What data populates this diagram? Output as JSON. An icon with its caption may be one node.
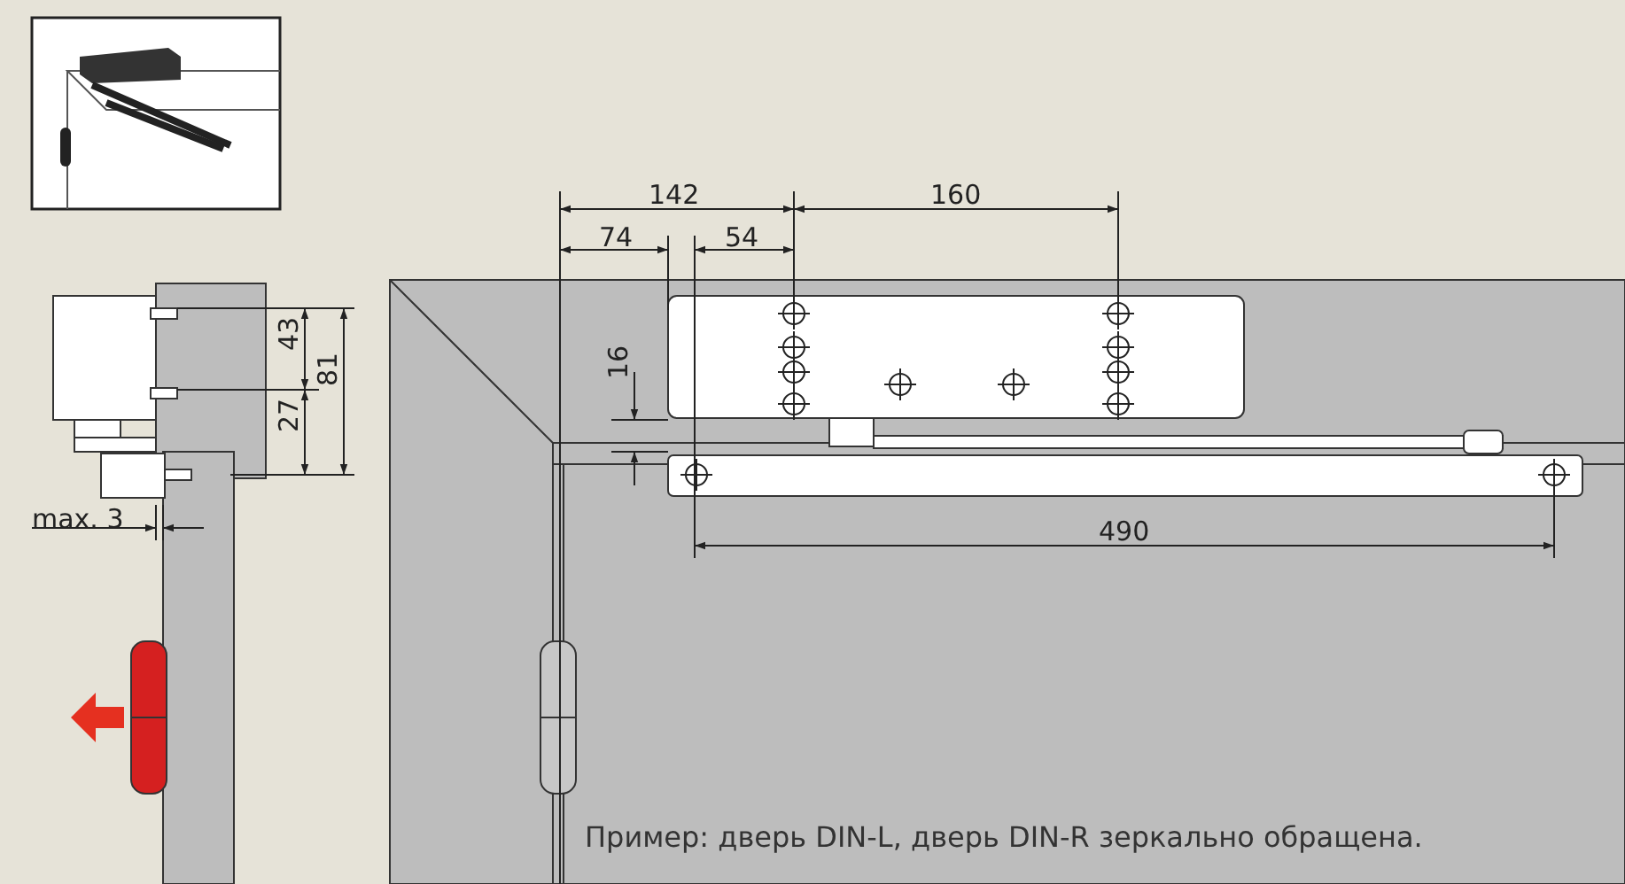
{
  "diagram": {
    "caption": "Пример: дверь DIN-L, дверь DIN-R зеркально обращена.",
    "labels": [
      "142",
      "160",
      "74",
      "54",
      "43",
      "81",
      "27",
      "16",
      "max. 3",
      "490"
    ]
  }
}
